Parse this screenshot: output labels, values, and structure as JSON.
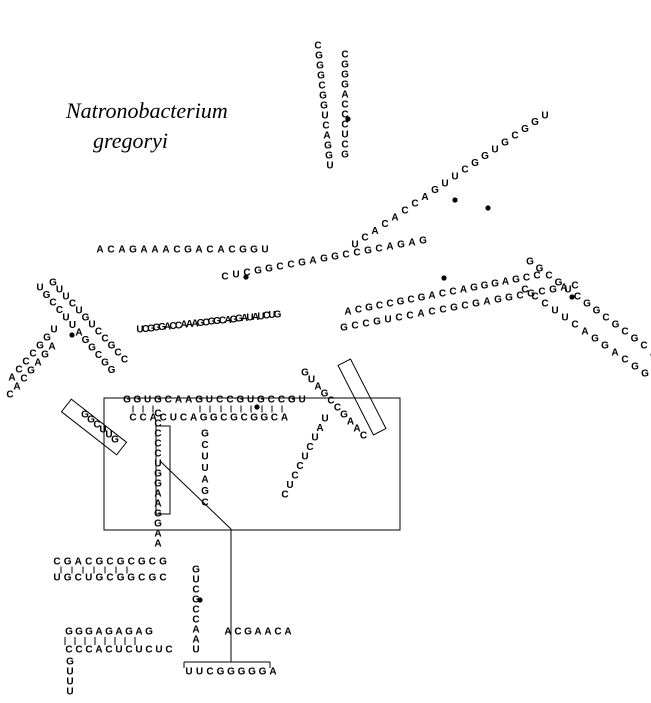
{
  "title": {
    "genus": "Natronobacterium",
    "species": "gregoryi"
  },
  "bases": [
    "GGGAGAGAG",
    "CCCACUCUCUC",
    "ACGAACA",
    "UUCGGGGGA",
    "GUUU",
    "CGACGCGCGCG",
    "UGCUGCGGCGC",
    "GUCGCCAAU",
    "GAAGGAA",
    "CCCCCUG",
    "GGUGCAAGUCCGUGCCGU",
    "CCACUCAGGCGCGGCA",
    "GCUUAGC",
    "GUAGCCGAAC",
    "CUCCUCUAU",
    "GGCUUG",
    "CACGAGA",
    "ACCCGGU",
    "UGCCUUAGGCGG",
    "GUUCUGUCCGCC",
    "UCGGGACCAAAGCGGCAGGAUAUCUG",
    "ACAGAAACGACACGGU",
    "CUCGGCCGAGGCCGCAGAG",
    "UCACACCAGUUCGGUGCGGU",
    "CGGGCGGUCAGGU",
    "CGGGACCCUCG",
    "GCCGUCCACCGCGAGGCGCGAC",
    "ACGCCGCGACCAGGGAGCC",
    "CCCUUCAGGACGGCCAGCC",
    "GGCGUCGGCGCGCAGUCU"
  ],
  "pairing_glyph": "●"
}
